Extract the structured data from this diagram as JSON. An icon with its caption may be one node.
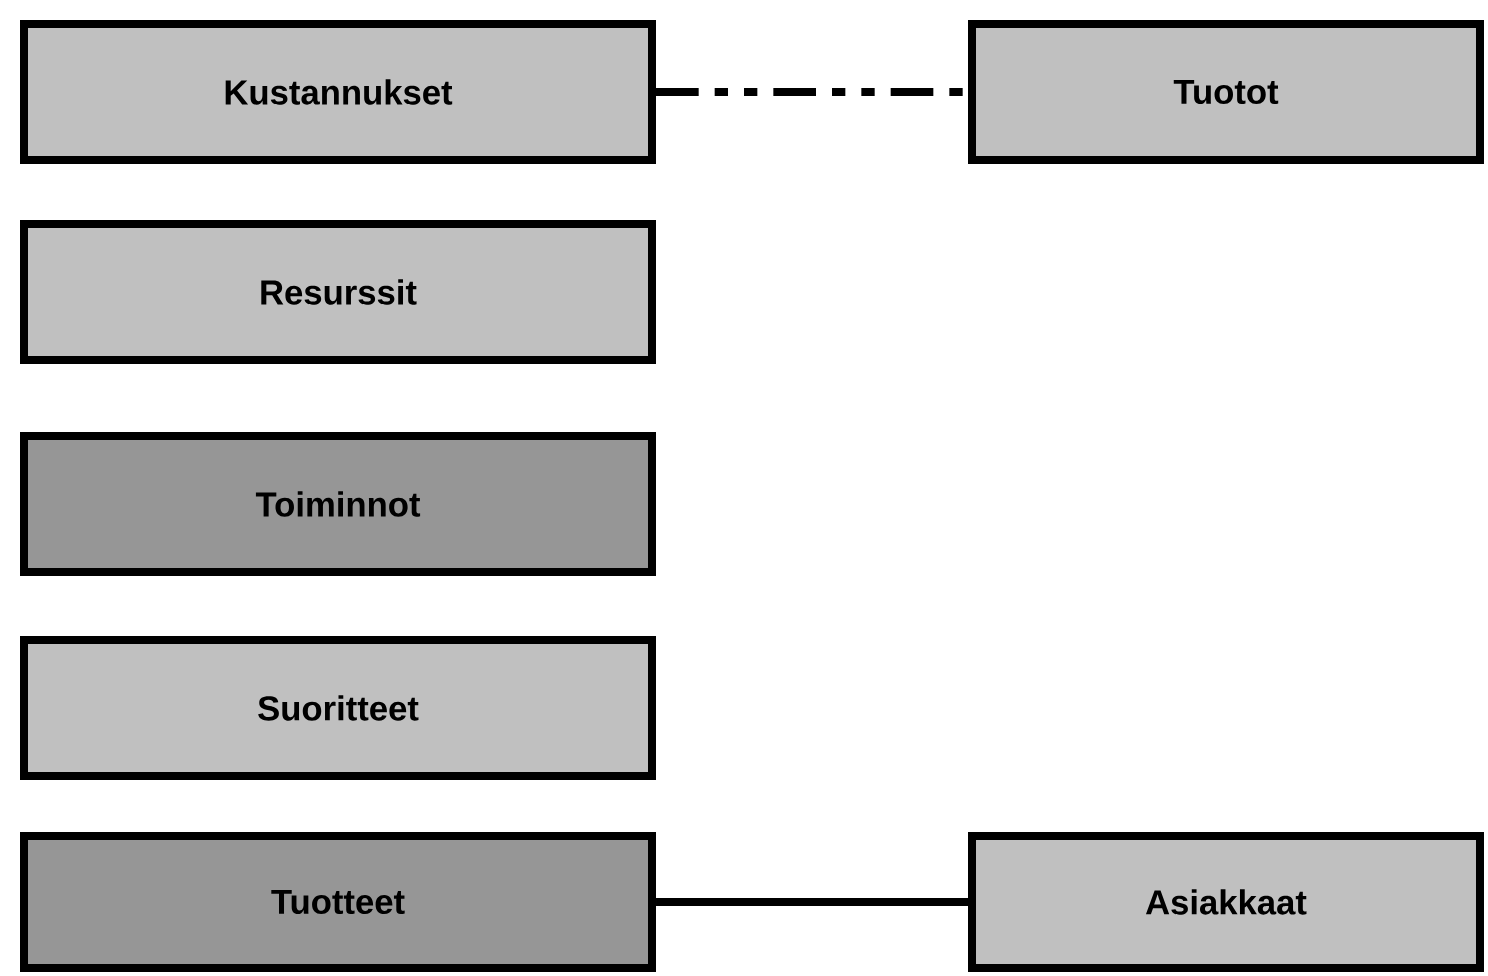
{
  "diagram": {
    "nodes": [
      {
        "text": [
          "Kustannukset"
        ]
      },
      {
        "text": [
          "Tuotot"
        ]
      },
      {
        "text": [
          "Resurssit"
        ]
      },
      {
        "text": [
          "Toiminnot"
        ]
      },
      {
        "text": [
          "Suoritteet"
        ]
      },
      {
        "text": [
          "Tuotteet"
        ]
      },
      {
        "text": [
          "Asiakkaat"
        ]
      }
    ],
    "edges": [
      {
        "from": 0,
        "to": 1,
        "arrow": "none",
        "style": "dashed"
      },
      {
        "from": 5,
        "to": 6,
        "arrow": "none"
      }
    ]
  }
}
